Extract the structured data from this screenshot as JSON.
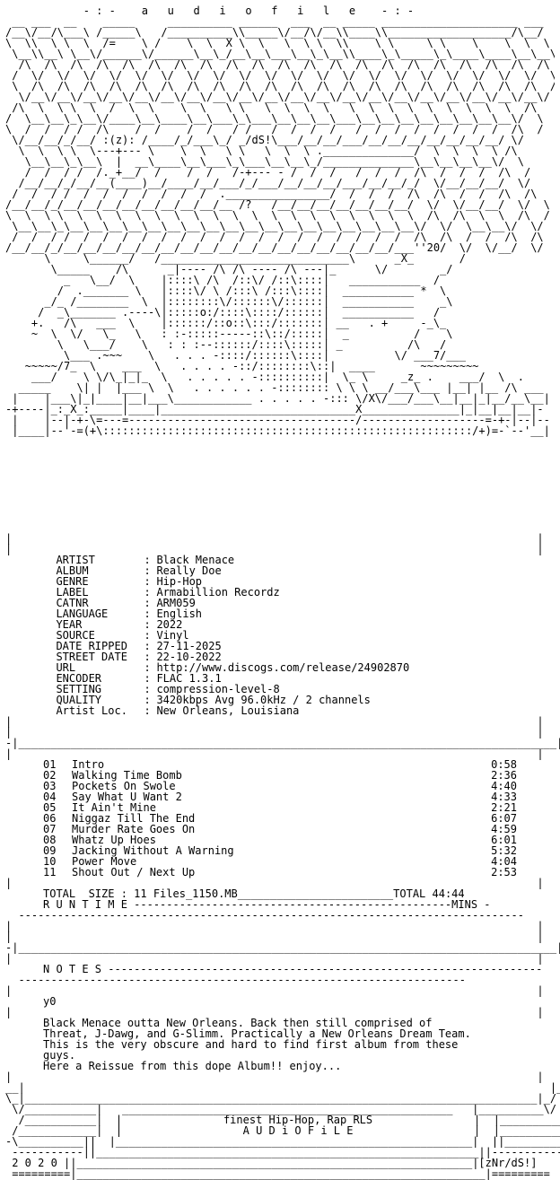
{
  "header": {
    "title": "- : -    a   u   d   i   o   f   i   l   e    - : -",
    "tag_year": "'20",
    "tag_group": "dS!",
    "tag_z": "z"
  },
  "release": {
    "fields": [
      {
        "label": "ARTIST",
        "value": "Black Menace"
      },
      {
        "label": "ALBUM",
        "value": "Really Doe"
      },
      {
        "label": "GENRE",
        "value": "Hip-Hop"
      },
      {
        "label": "LABEL",
        "value": "Armabillion Recordz"
      },
      {
        "label": "CATNR",
        "value": "ARM059"
      },
      {
        "label": "LANGUAGE",
        "value": "English"
      },
      {
        "label": "YEAR",
        "value": "2022"
      },
      {
        "label": "SOURCE",
        "value": "Vinyl"
      },
      {
        "label": "DATE RIPPED",
        "value": "27-11-2025"
      },
      {
        "label": "STREET DATE",
        "value": "22-10-2022"
      },
      {
        "label": "URL",
        "value": "http://www.discogs.com/release/24902870"
      },
      {
        "label": "ENCODER",
        "value": "FLAC 1.3.1"
      },
      {
        "label": "SETTING",
        "value": "compression-level-8"
      },
      {
        "label": "QUALITY",
        "value": "3420kbps Avg 96.0kHz / 2 channels"
      },
      {
        "label": "Artist Loc.",
        "value": "New Orleans, Louisiana"
      }
    ]
  },
  "tracklist": {
    "tracks": [
      {
        "num": "01",
        "title": "Intro",
        "time": "0:58"
      },
      {
        "num": "02",
        "title": "Walking Time Bomb",
        "time": "2:36"
      },
      {
        "num": "03",
        "title": "Pockets On Swole",
        "time": "4:40"
      },
      {
        "num": "04",
        "title": "Say What U Want 2",
        "time": "4:33"
      },
      {
        "num": "05",
        "title": "It Ain't Mine",
        "time": "2:21"
      },
      {
        "num": "06",
        "title": "Niggaz Till The End",
        "time": "6:07"
      },
      {
        "num": "07",
        "title": "Murder Rate Goes On",
        "time": "4:59"
      },
      {
        "num": "08",
        "title": "Whatz Up Hoes",
        "time": "6:01"
      },
      {
        "num": "09",
        "title": "Jacking Without A Warning",
        "time": "5:32"
      },
      {
        "num": "10",
        "title": "Power Move",
        "time": "4:04"
      },
      {
        "num": "11",
        "title": "Shout Out / Next Up",
        "time": "2:53"
      }
    ],
    "total_size_label": "TOTAL  SIZE : 11 Files_1150.MB",
    "total_time_label": "TOTAL 44:44",
    "runtime_label": "R U N T I M E",
    "mins_label": "MINS"
  },
  "notes": {
    "heading": "N O T E S",
    "greeting": "y0",
    "body": "Black Menace outta New Orleans. Back then still comprised of\nThreat, J-Dawg, and G-Slimm. Practically a New Orleans Dream Team.\nThis is the very obscure and hard to find first album from these\nguys.\nHere a Reissue from this dope Album!! enjoy..."
  },
  "footer": {
    "line1": "finest Hip-Hop, Rap RLS",
    "line2": "A U D i O F i L E",
    "year": "2 0 2 0",
    "credit": "[zNr/dS!]"
  }
}
